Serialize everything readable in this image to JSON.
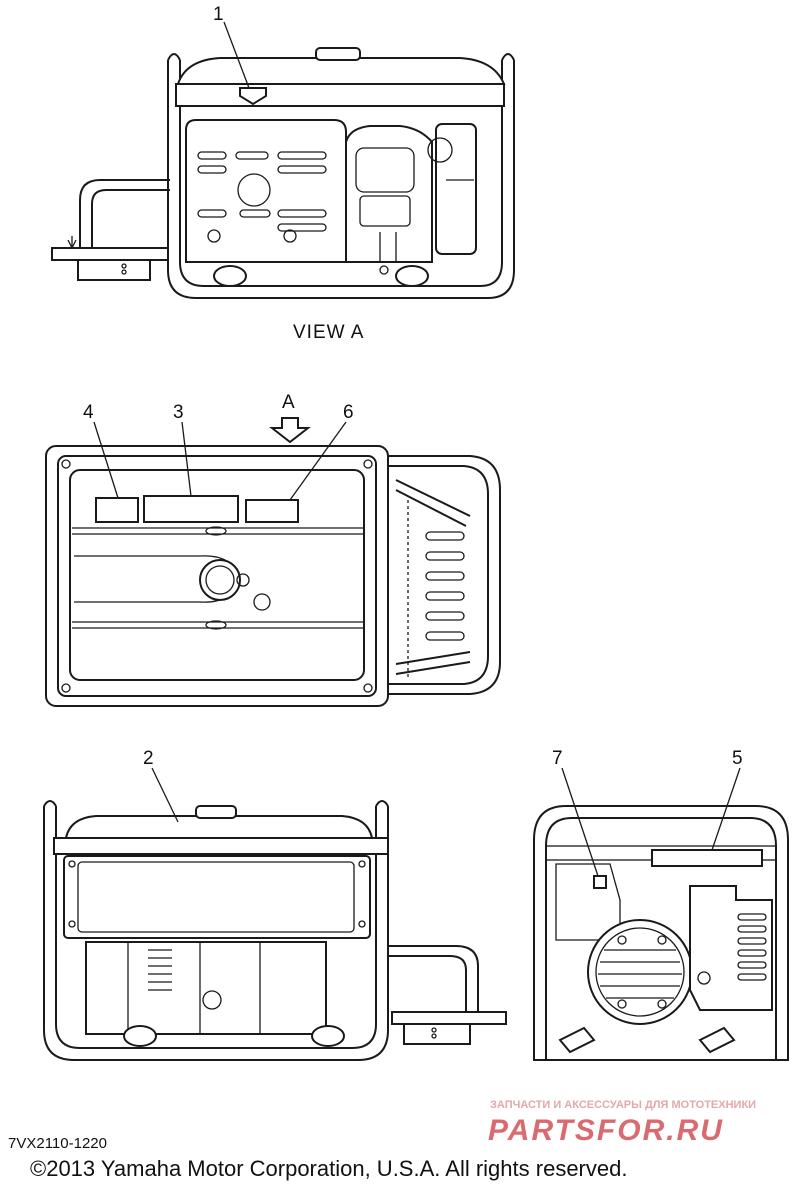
{
  "callouts": {
    "c1": "1",
    "c2": "2",
    "c3": "3",
    "c4": "4",
    "c5": "5",
    "c6": "6",
    "c7": "7",
    "view_arrow_label": "A"
  },
  "view_label": "VIEW A",
  "part_code": "7VX2110-1220",
  "copyright": "©2013 Yamaha Motor Corporation, U.S.A. All rights reserved.",
  "watermark": {
    "tagline": "ЗАПЧАСТИ И АКСЕССУАРЫ ДЛЯ МОТОТЕХНИКИ",
    "brand": "PARTSFOR.RU"
  }
}
